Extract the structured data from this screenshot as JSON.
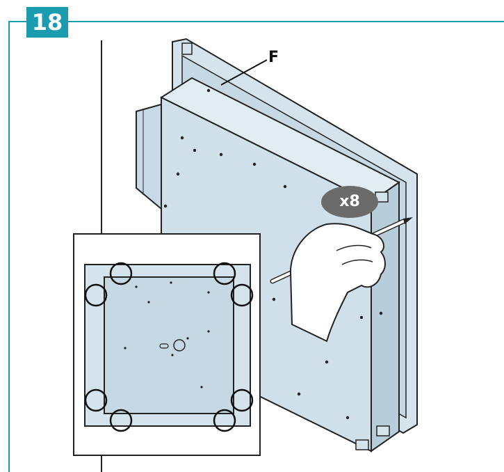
{
  "step": {
    "number": "18"
  },
  "labels": {
    "part": "F",
    "quantity": "x8"
  },
  "watermark": {
    "text": ""
  },
  "colors": {
    "accent": "#1a9bb0",
    "panel": "#cfe0ea",
    "badge": "#6b6b6b"
  }
}
